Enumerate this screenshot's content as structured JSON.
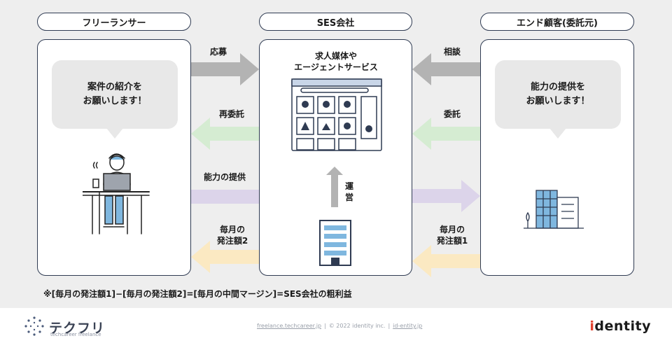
{
  "actors": {
    "freelancer": "フリーランサー",
    "ses": "SES会社",
    "client": "エンド顧客(委託元)"
  },
  "bubbles": {
    "freelancer": "案件の紹介を\nお願いします！",
    "client": "能力の提供を\nお願いします！"
  },
  "ses_platform": "求人媒体や\nエージェントサービス",
  "flows": {
    "apply": "応募",
    "resubcontract": "再委託",
    "capability_left": "能力の提供",
    "payment2": "毎月の\n発注額2",
    "consult": "相談",
    "contract": "委託",
    "payment1": "毎月の\n発注額1",
    "operate": "運\n営"
  },
  "footnote": "※[毎月の発注額1]−[毎月の発注額2]=[毎月の中間マージン]=SES会社の粗利益",
  "footer": {
    "logo": "テクフリ",
    "logo_sub": "techcareer freelance",
    "link1": "freelance.techcareer.jp",
    "copyright": "© 2022 identity inc.",
    "link2": "id-entity.jp",
    "brand_i": "i",
    "brand_rest": "dentity"
  },
  "colors": {
    "apply_arrow": "#b3b3b3",
    "resubcontract_arrow": "#d5ecd2",
    "capability_arrow": "#dcd4ea",
    "payment_arrow": "#fbe9c2",
    "brand_red": "#e2422f"
  }
}
